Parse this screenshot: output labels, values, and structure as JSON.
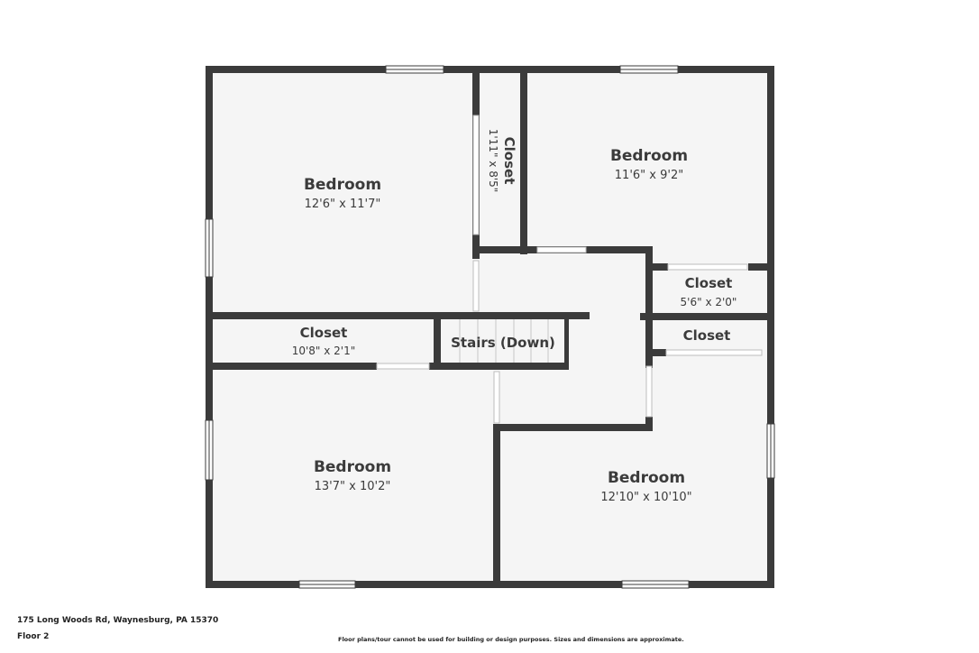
{
  "rooms": [
    {
      "name": "Bedroom",
      "dim": "12'6\" x 11'7\""
    },
    {
      "name": "Closet",
      "dim": "1'11\" x 8'5\""
    },
    {
      "name": "Bedroom",
      "dim": "11'6\" x 9'2\""
    },
    {
      "name": "Closet",
      "dim": "5'6\" x 2'0\""
    },
    {
      "name": "Closet",
      "dim": "10'8\" x 2'1\""
    },
    {
      "name": "Stairs (Down)",
      "dim": ""
    },
    {
      "name": "Closet",
      "dim": ""
    },
    {
      "name": "Bedroom",
      "dim": "13'7\" x 10'2\""
    },
    {
      "name": "Bedroom",
      "dim": "12'10\" x 10'10\""
    }
  ],
  "footer": {
    "address": "175 Long Woods Rd, Waynesburg, PA 15370",
    "floor": "Floor 2",
    "disclaimer": "Floor plans/tour cannot be used for building or design purposes. Sizes and dimensions are approximate."
  },
  "colors": {
    "wall": "#3b3b3b",
    "floor": "#f5f5f5",
    "window": "#ffffff",
    "text": "#3b3b3b"
  }
}
